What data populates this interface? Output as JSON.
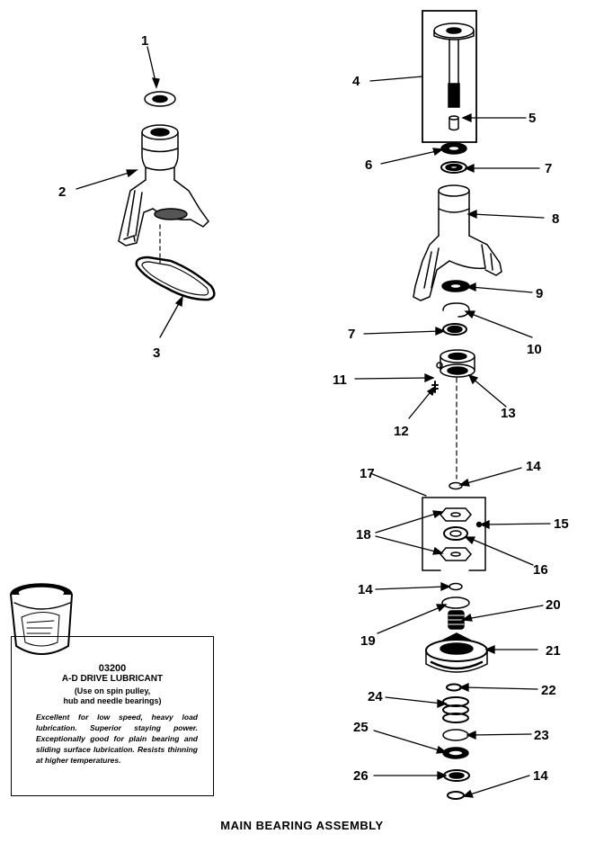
{
  "title": "MAIN BEARING ASSEMBLY",
  "callouts": [
    "1",
    "2",
    "3",
    "4",
    "5",
    "6",
    "7",
    "8",
    "9",
    "7",
    "10",
    "11",
    "13",
    "12",
    "17",
    "14",
    "15",
    "18",
    "16",
    "14",
    "20",
    "19",
    "21",
    "22",
    "24",
    "23",
    "25",
    "26",
    "14"
  ],
  "lubricant": {
    "part_number": "03200",
    "name": "A-D DRIVE LUBRICANT",
    "use_line1": "(Use on spin pulley,",
    "use_line2": "hub and needle bearings)",
    "description": "Excellent for low speed, heavy load lubrication. Superior staying power. Exceptionally good for plain bearing and sliding surface lubrication. Resists thinning at higher temperatures."
  },
  "colors": {
    "ink": "#000000",
    "paper": "#ffffff"
  },
  "icons": [
    "lubricant-can-icon"
  ]
}
